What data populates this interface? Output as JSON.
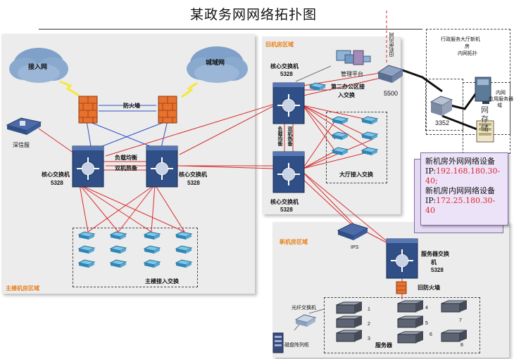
{
  "title": "某政务网网络拓扑图",
  "regions": {
    "main": "主楼机房区域",
    "old": "旧机房区域",
    "new": "新机房区域"
  },
  "clouds": {
    "internet": "接入网",
    "metro": "城域网"
  },
  "main_area": {
    "firewall": "防火墙",
    "deep_trust": "深信服",
    "core_left_name": "核心交换机",
    "core_left_model": "5328",
    "core_right_name": "核心交换机",
    "core_right_model": "5328",
    "lb_label": "负载均衡",
    "ha_label": "双机热备",
    "access": "主楼接入交换"
  },
  "old_area": {
    "core_top_name": "核心交换机",
    "core_top_model": "5328",
    "core_bottom_name": "核心交换机",
    "core_bottom_model": "5328",
    "lb_label": "负载均衡",
    "ha_label": "双机热备",
    "mgmt": "管理平台",
    "branch_line1": "第二办公区接",
    "branch_line2": "入交换",
    "hall": "大厅接入交换"
  },
  "top_right": {
    "switch_5500": "5500",
    "switch_3352": "3352",
    "vertical_label": "旧机房内网",
    "hall_box_line1": "行政服务大厅新机",
    "hall_box_line2": "房",
    "hall_box_line3": "内网拓扑",
    "inner_line1": "内网",
    "inner_line2": "应用服务器",
    "inner_line3": "域",
    "storage_char1": "网",
    "storage_char2": "存",
    "storage_char3": "储"
  },
  "info": {
    "line1": "新机房外网网络设备",
    "ip1_prefix": "IP:",
    "ip1_value": "192.168.180.30-40;",
    "line2": "新机房内网网络设备",
    "ip2_prefix": "IP:",
    "ip2_value": "172.25.180.30-40"
  },
  "new_area": {
    "ips": "IPS",
    "server_switch_line1": "服务器交换",
    "server_switch_line2": "机",
    "server_switch_model": "5328",
    "old_firewall": "旧防火墙",
    "fiber_switch": "光纤交换机",
    "disk_array": "磁盘阵列柜",
    "servers": "服务器",
    "server_numbers": [
      "1",
      "2",
      "3",
      "4",
      "5",
      "6",
      "7",
      "8"
    ]
  },
  "colors": {
    "link_red": "#d92b2b",
    "link_blue": "#2a52c9",
    "region_label": "#e8801a",
    "ip_red": "#e0262f",
    "switch_blue": "#2f4f86"
  }
}
